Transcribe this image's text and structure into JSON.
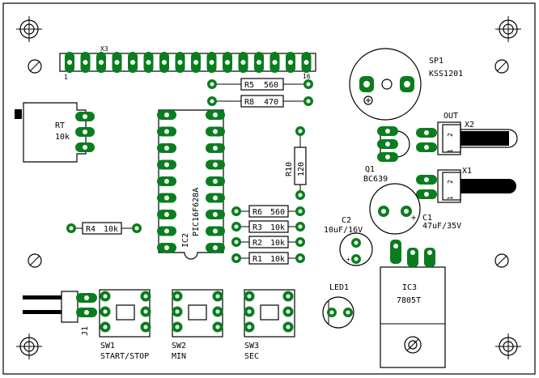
{
  "board": {
    "connectors": {
      "x3": {
        "name": "X3",
        "pin_first": "1",
        "pin_last": "16"
      },
      "x2": {
        "name": "X2",
        "title": "OUT",
        "pin_a": "2",
        "pin_b": "1"
      },
      "x1": {
        "name": "X1",
        "pin_a": "2",
        "pin_b": "1"
      },
      "j1": {
        "name": "J1"
      }
    },
    "components": {
      "sp1": {
        "ref": "SP1",
        "value": "KSS1201"
      },
      "rt": {
        "ref": "RT",
        "value": "10k"
      },
      "r5": {
        "ref": "R5",
        "value": "560"
      },
      "r8": {
        "ref": "R8",
        "value": "470"
      },
      "r10": {
        "ref": "R10",
        "value": "120"
      },
      "q1": {
        "ref": "Q1",
        "value": "BC639"
      },
      "ic2": {
        "ref": "IC2",
        "value": "PIC16F628A"
      },
      "r6": {
        "ref": "R6",
        "value": "560"
      },
      "r3": {
        "ref": "R3",
        "value": "10k"
      },
      "r2": {
        "ref": "R2",
        "value": "10k"
      },
      "r1": {
        "ref": "R1",
        "value": "10k"
      },
      "r4": {
        "ref": "R4",
        "value": "10k"
      },
      "c2": {
        "ref": "C2",
        "value": "10uF/16V",
        "plus": "+"
      },
      "c1": {
        "ref": "C1",
        "value": "47uF/35V",
        "plus": "+"
      },
      "led1": {
        "ref": "LED1"
      },
      "ic3": {
        "ref": "IC3",
        "value": "7805T"
      },
      "sw1": {
        "ref": "SW1",
        "value": "START/STOP"
      },
      "sw2": {
        "ref": "SW2",
        "value": "MIN"
      },
      "sw3": {
        "ref": "SW3",
        "value": "SEC"
      }
    },
    "colors": {
      "copper": "#0a7d1e",
      "silkscreen": "#000000",
      "background": "#ffffff"
    }
  }
}
